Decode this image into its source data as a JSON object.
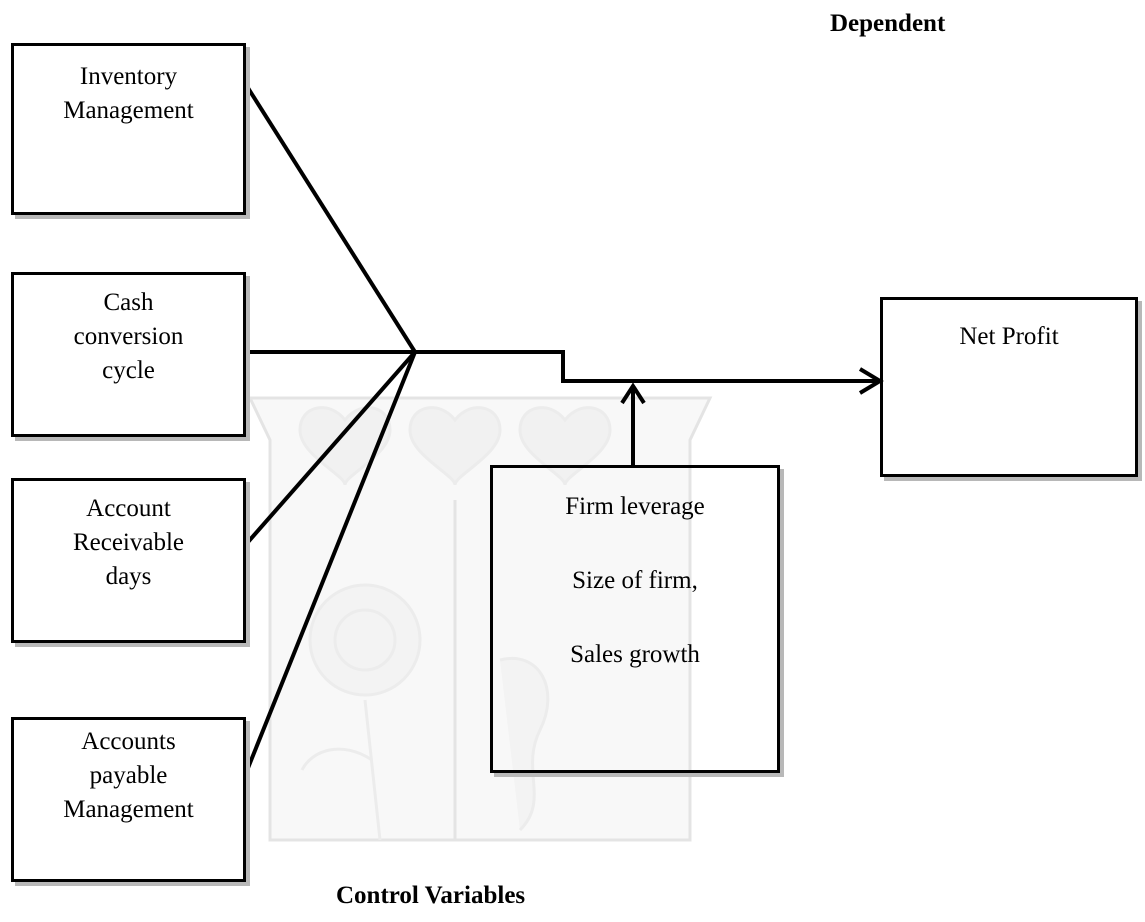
{
  "headings": {
    "dependent": "Dependent",
    "control": "Control Variables"
  },
  "independent_variables": [
    {
      "lines": [
        "Inventory",
        "Management"
      ]
    },
    {
      "lines": [
        "Cash",
        "conversion",
        "cycle"
      ]
    },
    {
      "lines": [
        "Account",
        "Receivable",
        "days"
      ]
    },
    {
      "lines": [
        "Accounts",
        "payable",
        "Management"
      ]
    }
  ],
  "dependent_variable": "Net Profit",
  "control_variables": [
    "Firm leverage",
    "Size of firm,",
    "Sales growth"
  ],
  "colors": {
    "stroke": "#000000",
    "shadow": "#b8b8b8",
    "watermark": "#ededed"
  }
}
